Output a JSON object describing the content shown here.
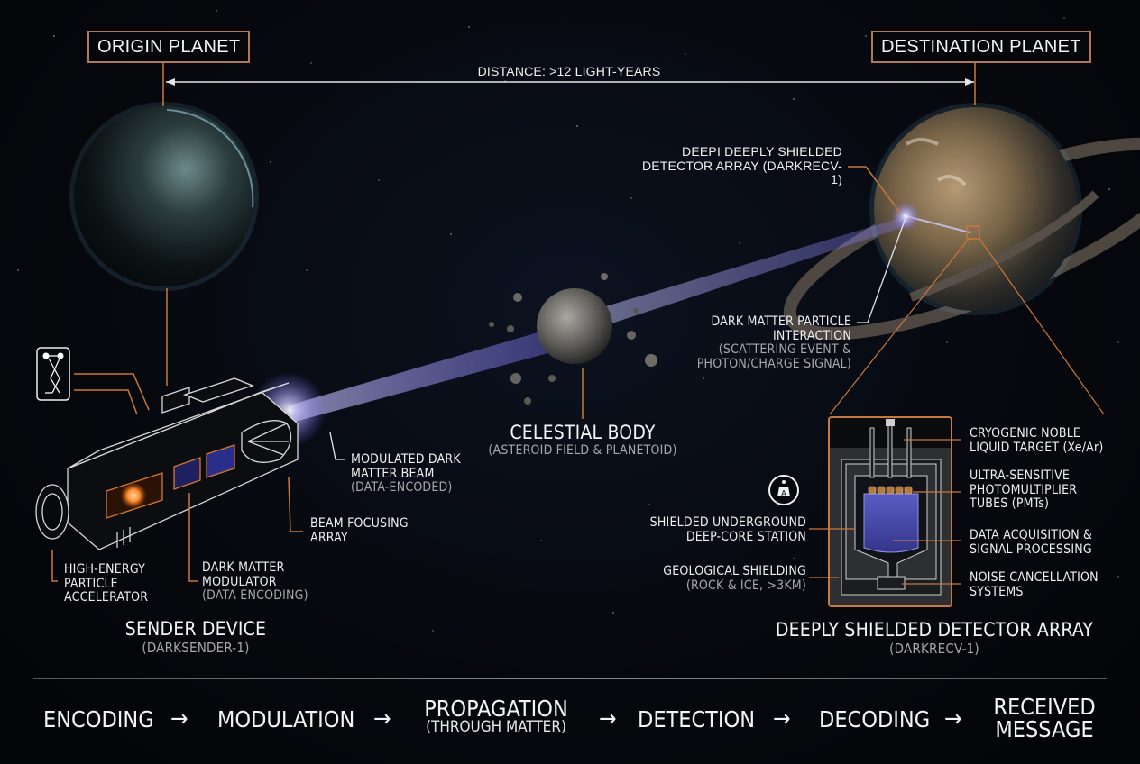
{
  "titles": {
    "origin_planet": "ORIGIN PLANET",
    "destination_planet": "DESTINATION PLANET",
    "distance": "DISTANCE: >12 LIGHT-YEARS"
  },
  "destination_callouts": {
    "detector_array_line1": "DEEPI DEEPLY SHIELDED",
    "detector_array_line2": "DETECTOR ARRAY (DARKRECV-1)",
    "interaction_line1": "DARK MATTER PARTICLE",
    "interaction_line2": "INTERACTION",
    "interaction_sub1": "(SCATTERING EVENT &",
    "interaction_sub2": "PHOTON/CHARGE SIGNAL)"
  },
  "celestial_body": {
    "title": "CELESTIAL BODY",
    "subtitle": "(ASTEROID FIELD & PLANETOID)"
  },
  "sender": {
    "title": "SENDER DEVICE",
    "subtitle": "(DARKSENDER-1)",
    "beam_line1": "MODULATED DARK",
    "beam_line2": "MATTER BEAM",
    "beam_sub": "(DATA-ENCODED)",
    "focusing_line1": "BEAM FOCUSING",
    "focusing_line2": "ARRAY",
    "accelerator_line1": "HIGH-ENERGY",
    "accelerator_line2": "PARTICLE",
    "accelerator_line3": "ACCELERATOR",
    "modulator_line1": "DARK MATTER",
    "modulator_line2": "MODULATOR",
    "modulator_sub": "(DATA ENCODING)"
  },
  "detector": {
    "title": "DEEPLY SHIELDED DETECTOR ARRAY",
    "subtitle": "(DARKRECV-1)",
    "station_line1": "SHIELDED UNDERGROUND",
    "station_line2": "DEEP-CORE STATION",
    "geo_line1": "GEOLOGICAL SHIELDING",
    "geo_sub": "(ROCK & ICE, >3KM)",
    "cryo_line1": "CRYOGENIC NOBLE",
    "cryo_line2": "LIQUID TARGET (Xe/Ar)",
    "pmt_line1": "ULTRA-SENSITIVE",
    "pmt_line2": "PHOTOMULTIPLIER",
    "pmt_line3": "TUBES (PMTs)",
    "daq_line1": "DATA ACQUISITION &",
    "daq_line2": "SIGNAL PROCESSING",
    "noise_line1": "NOISE CANCELLATION",
    "noise_line2": "SYSTEMS"
  },
  "flow": {
    "steps": [
      {
        "label": "ENCODING"
      },
      {
        "label": "MODULATION"
      },
      {
        "label": "PROPAGATION",
        "sub": "(THROUGH MATTER)"
      },
      {
        "label": "DETECTION"
      },
      {
        "label": "DECODING"
      },
      {
        "label": "RECEIVED",
        "label2": "MESSAGE"
      }
    ],
    "arrow": "→"
  },
  "colors": {
    "accent_orange": "#c8783c",
    "box_border": "#b07a55",
    "beam": "#8c86ff",
    "background": "#05070b",
    "sub_text": "#a8a8a8"
  }
}
